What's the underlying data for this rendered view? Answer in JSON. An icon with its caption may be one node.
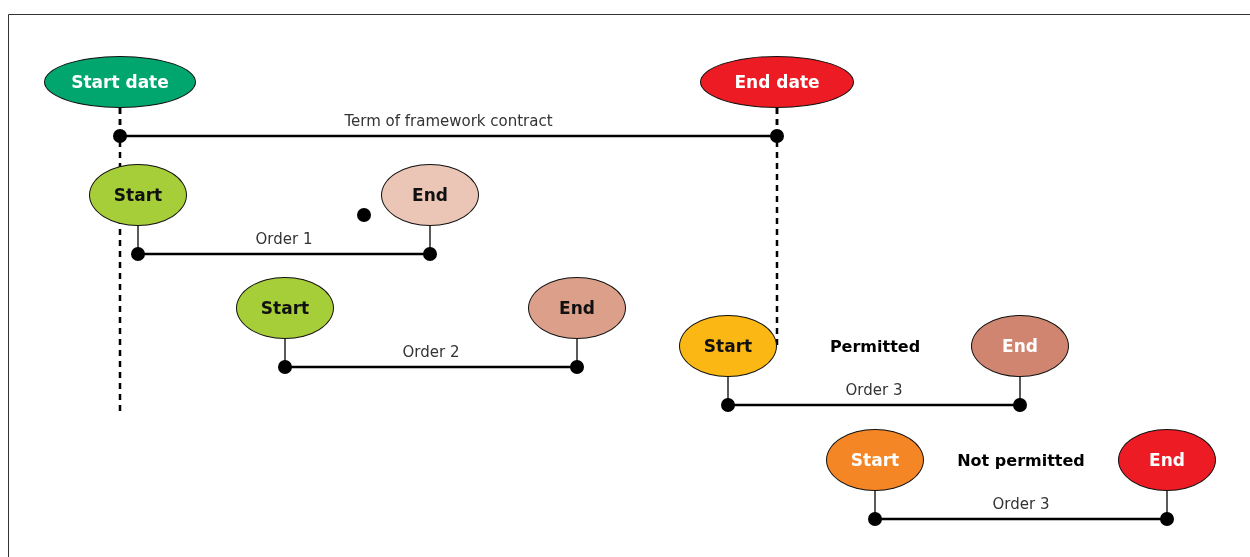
{
  "diagram": {
    "nodes": [
      {
        "text": [
          "Start date"
        ]
      },
      {
        "text": [
          "End date"
        ]
      },
      {
        "text": [
          "Start"
        ]
      },
      {
        "text": [
          "End"
        ]
      },
      {
        "text": [
          "Start"
        ]
      },
      {
        "text": [
          "End"
        ]
      },
      {
        "text": [
          "Start"
        ]
      },
      {
        "text": [
          "End"
        ]
      },
      {
        "text": [
          "Start"
        ]
      },
      {
        "text": [
          "End"
        ]
      }
    ],
    "edges": [
      {
        "from": 0,
        "to": 1,
        "arrow": "none",
        "label": "Term of framework contract"
      },
      {
        "from": 2,
        "to": 3,
        "arrow": "none",
        "label": "Order 1"
      },
      {
        "from": 4,
        "to": 5,
        "arrow": "none",
        "label": "Order 2"
      },
      {
        "from": 6,
        "to": 7,
        "arrow": "none",
        "label": "Order 3"
      },
      {
        "from": 8,
        "to": 9,
        "arrow": "none",
        "label": "Order 3"
      },
      {
        "from": 1,
        "to": 6,
        "arrow": "none",
        "style": "dashed"
      },
      {
        "from": 0,
        "to": null,
        "arrow": "none",
        "style": "dashed"
      }
    ],
    "labels": [
      "Permitted",
      "Not permitted"
    ]
  }
}
